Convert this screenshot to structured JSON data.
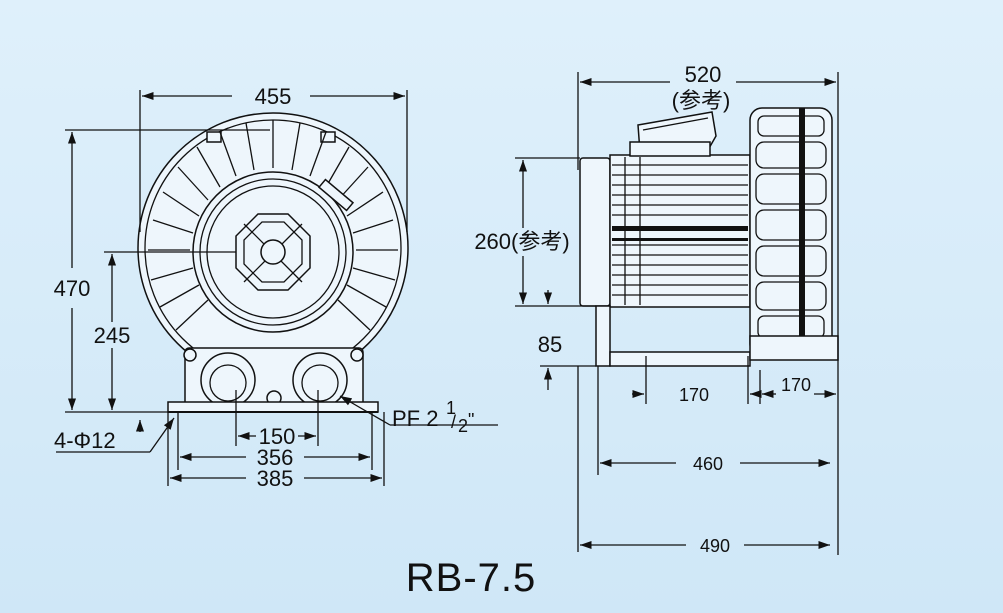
{
  "model": "RB-7.5",
  "front_view": {
    "width_455": "455",
    "height_470": "470",
    "center_245": "245",
    "bolt_spacing_150": "150",
    "base_356": "356",
    "base_385": "385",
    "holes": "4-Φ12",
    "port_pf": "PF 2",
    "port_num": "1",
    "port_den": "2",
    "port_unit": "\""
  },
  "side_view": {
    "length_520": "520",
    "length_520_note": "(参考)",
    "height_260": "260(参考)",
    "base_85": "85",
    "foot_170a": "170",
    "foot_170b": "170",
    "length_460": "460",
    "length_490": "490"
  }
}
